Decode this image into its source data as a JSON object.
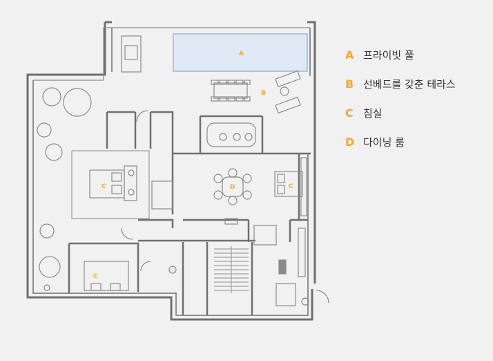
{
  "colors": {
    "background": "#f1f1f1",
    "wall": "#6f6f6f",
    "line": "#8a8a8a",
    "accent": "#f3a63b",
    "pool_fill": "#dfeaf6",
    "pool_stroke": "#9fb7cf",
    "legend_text": "#333333"
  },
  "plan_labels": {
    "pool": "A",
    "terrace": "B",
    "bedroom_left": "C",
    "bedroom_right": "C",
    "bedroom_bottom": "C",
    "dining": "D"
  },
  "legend": [
    {
      "key": "A",
      "label": "프라이빗 풀"
    },
    {
      "key": "B",
      "label": "선베드를 갖춘 테라스"
    },
    {
      "key": "C",
      "label": "침실"
    },
    {
      "key": "D",
      "label": "다이닝 룸"
    }
  ]
}
